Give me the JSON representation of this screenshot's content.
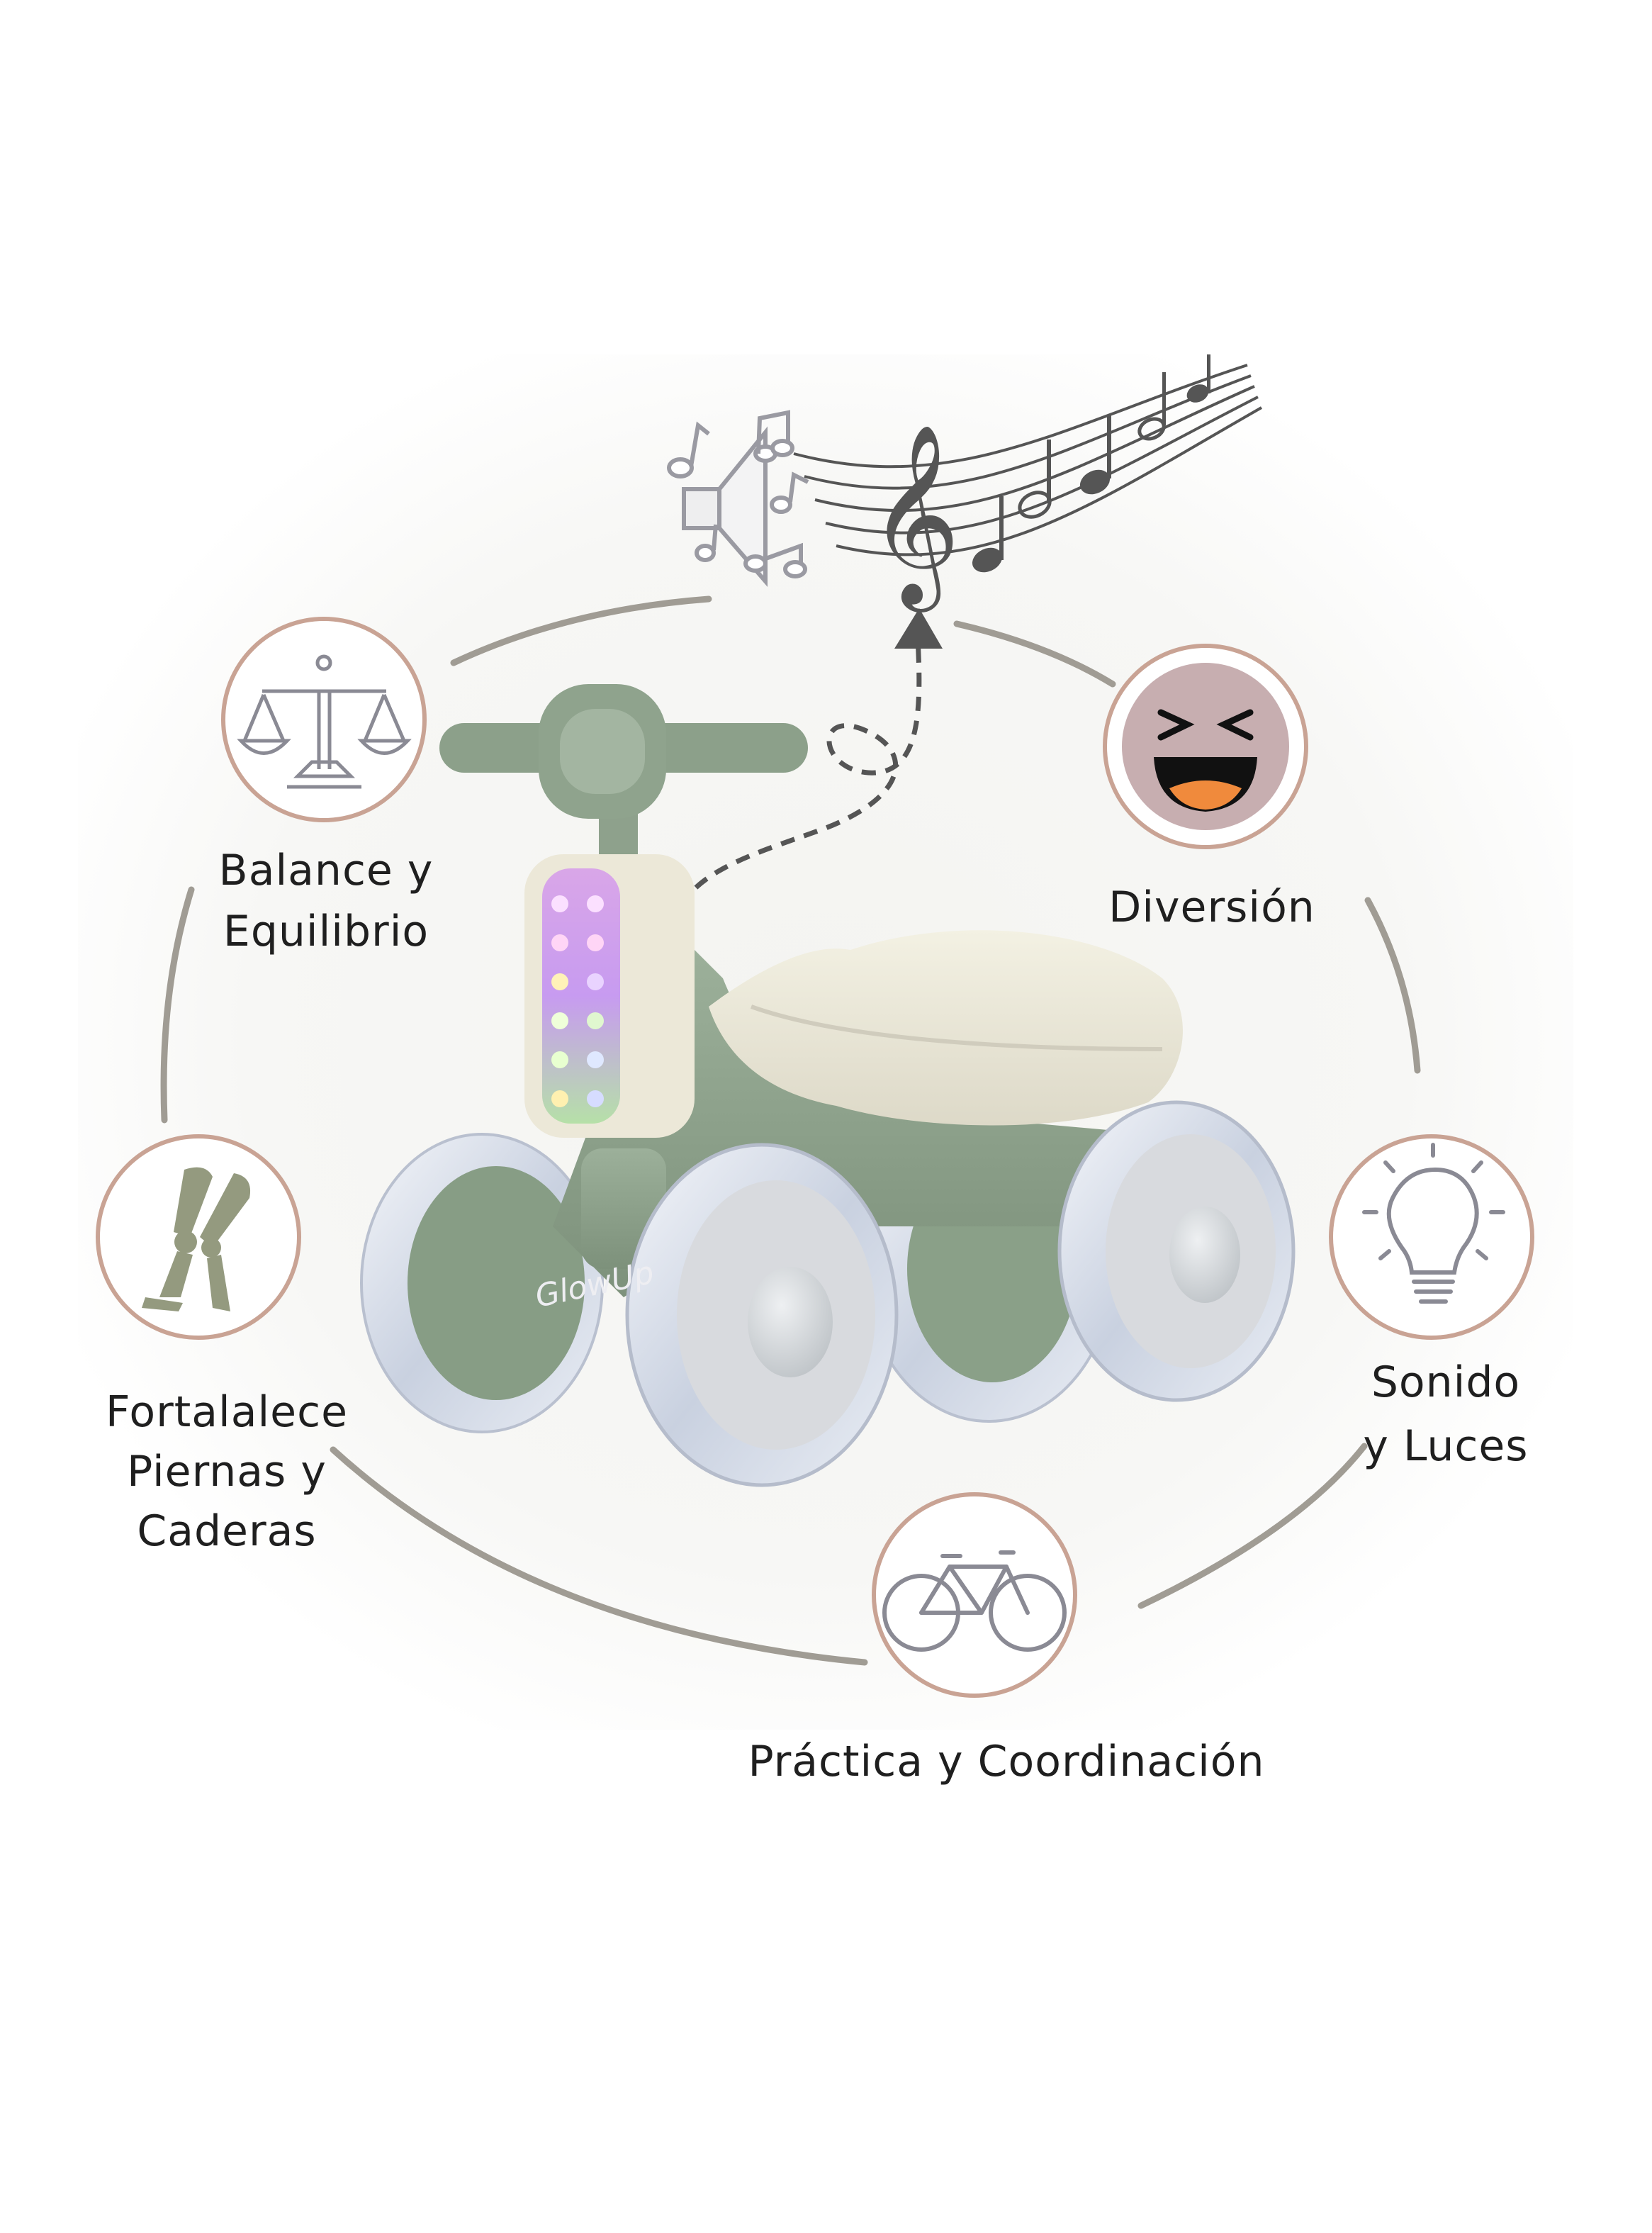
{
  "features": {
    "balance": {
      "line1": "Balance y",
      "line2": "Equilibrio",
      "icon": "balance-scale-icon"
    },
    "fun": {
      "label": "Diversión",
      "icon": "laughing-face-icon"
    },
    "legs": {
      "line1": "Fortalalece",
      "line2": "Piernas y",
      "line3": "Caderas",
      "icon": "legs-icon"
    },
    "sound": {
      "line1": "Sonido",
      "line2": "y Luces",
      "icon": "light-bulb-icon"
    },
    "practice": {
      "label": "Práctica y Coordinación",
      "icon": "bicycle-icon"
    }
  },
  "product": {
    "name": "balance bike",
    "logo_text": "GlowUp"
  },
  "colors": {
    "circle_ring": "#c9a394",
    "icon_stroke": "#8a8a94",
    "bike_green": "#8fa48d",
    "arc_gray": "#a7a39c",
    "face_bg": "#c7aeb0",
    "mouth_orange": "#f08a3c",
    "text": "#1f1f1f"
  }
}
